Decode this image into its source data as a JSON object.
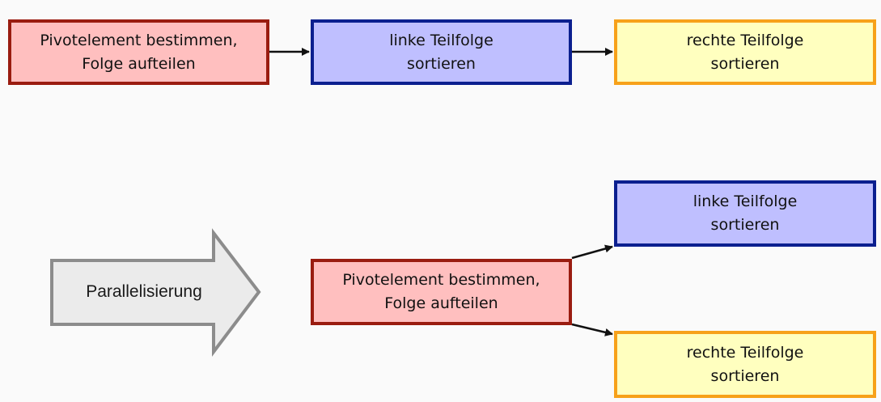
{
  "sequential": {
    "step1": "Pivotelement bestimmen,\nFolge aufteilen",
    "step2": "linke Teilfolge\nsortieren",
    "step3": "rechte Teilfolge\nsortieren"
  },
  "transition": {
    "label": "Parallelisierung"
  },
  "parallel": {
    "root": "Pivotelement bestimmen,\nFolge aufteilen",
    "branch_top": "linke Teilfolge\nsortieren",
    "branch_bottom": "rechte Teilfolge\nsortieren"
  },
  "colors": {
    "red_fill": "#ffbfbf",
    "red_border": "#9a1c10",
    "blue_fill": "#bfbfff",
    "blue_border": "#0b1f8f",
    "yellow_fill": "#ffffbf",
    "yellow_border": "#f7a11a",
    "big_arrow_fill": "#ebebeb",
    "big_arrow_border": "#8c8c8c"
  }
}
